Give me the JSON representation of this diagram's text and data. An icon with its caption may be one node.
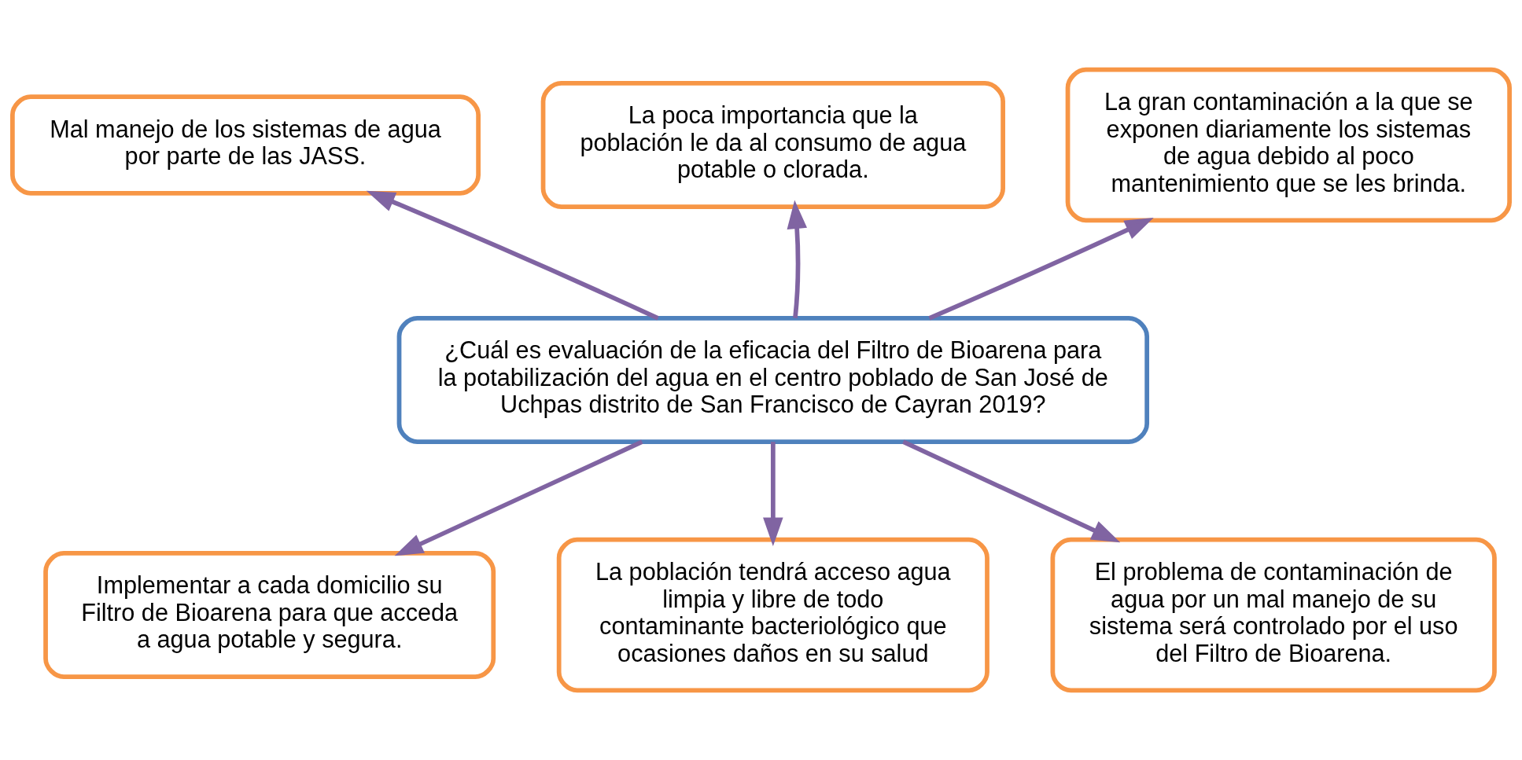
{
  "diagram": {
    "nodes": [
      {
        "text": [
          "Mal manejo de los sistemas de agua por parte de las JASS."
        ]
      },
      {
        "text": [
          "La poca importancia que la población le da al consumo de agua potable o clorada."
        ]
      },
      {
        "text": [
          "La gran contaminación a la que se exponen diariamente los sistemas de agua debido al poco mantenimiento que se les brinda."
        ]
      },
      {
        "text": [
          "¿Cuál es evaluación de la eficacia del Filtro de Bioarena para la potabilización del agua en el centro poblado de San José de Uchpas distrito de San Francisco de Cayran 2019?"
        ]
      },
      {
        "text": [
          "Implementar a cada domicilio su Filtro de Bioarena para que acceda a agua potable y segura."
        ]
      },
      {
        "text": [
          "La población tendrá acceso agua limpia y libre de todo contaminante bacteriológico que ocasiones daños en su salud"
        ]
      },
      {
        "text": [
          "El problema de contaminación de agua por un mal manejo de su sistema será controlado por el uso del Filtro de Bioarena."
        ]
      }
    ],
    "edges": [
      {
        "from": 3,
        "to": 0,
        "arrow": "to"
      },
      {
        "from": 3,
        "to": 1,
        "arrow": "to"
      },
      {
        "from": 3,
        "to": 2,
        "arrow": "to"
      },
      {
        "from": 3,
        "to": 4,
        "arrow": "to"
      },
      {
        "from": 3,
        "to": 5,
        "arrow": "to"
      },
      {
        "from": 3,
        "to": 6,
        "arrow": "to"
      }
    ]
  }
}
